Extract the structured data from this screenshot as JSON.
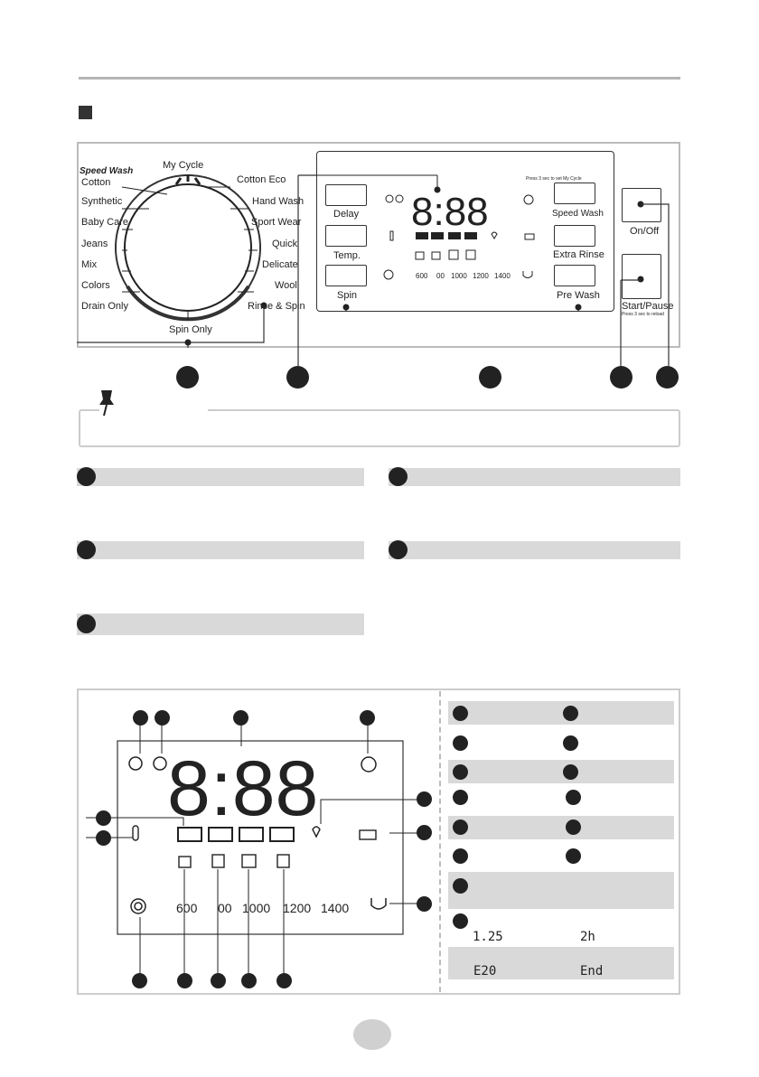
{
  "panel": {
    "speed_wash_label": "Speed Wash",
    "my_cycle_label": "My Cycle",
    "programs_left": [
      "Cotton",
      "Synthetic",
      "Baby Care",
      "Jeans",
      "Mix",
      "Colors",
      "Drain Only"
    ],
    "programs_right": [
      "Cotton Eco",
      "Hand Wash",
      "Sport Wear",
      "Quick",
      "Delicate",
      "Wool",
      "Rinse & Spin"
    ],
    "program_bottom": "Spin Only",
    "display_digits": "8:88",
    "my_cycle_hint": "Press 3 sec to set My Cycle",
    "speeds": [
      "600",
      "00",
      "1000",
      "1200",
      "1400"
    ],
    "buttons": {
      "delay": "Delay",
      "temp": "Temp.",
      "spin": "Spin",
      "speed_wash": "Speed Wash",
      "extra_rinse": "Extra Rinse",
      "pre_wash": "Pre Wash",
      "on_off": "On/Off",
      "start_pause": "Start/Pause",
      "start_hint": "Press 3 sec to reload"
    }
  },
  "display_detail": {
    "digits": "8:88",
    "speeds": [
      "600",
      "00",
      "1000",
      "1200",
      "1400"
    ]
  },
  "table_examples": {
    "row1_left": "1.25",
    "row1_right": "2h",
    "row2_left": "E20",
    "row2_right": "End"
  },
  "colors": {
    "accent_gray": "#d9d9d9",
    "ink": "#222222"
  }
}
